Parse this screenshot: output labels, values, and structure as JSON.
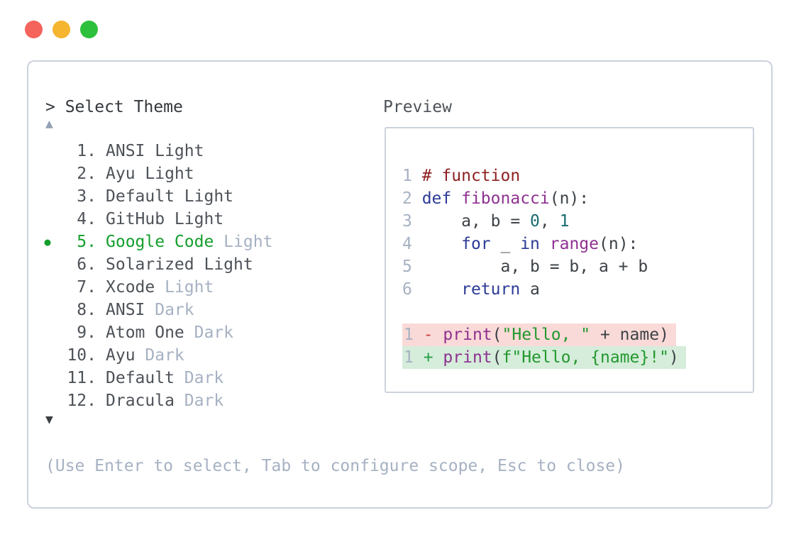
{
  "window": {
    "traffic_lights": [
      {
        "name": "close",
        "color": "#f4635c"
      },
      {
        "name": "minimize",
        "color": "#f5b52f"
      },
      {
        "name": "maximize",
        "color": "#2dc03c"
      }
    ]
  },
  "picker": {
    "prompt": "> Select Theme",
    "scroll_up": "▲",
    "scroll_down": "▼",
    "selected_bullet": "●",
    "themes": [
      {
        "num": "1.",
        "name": "ANSI Light",
        "suffix": "",
        "selected": false
      },
      {
        "num": "2.",
        "name": "Ayu Light",
        "suffix": "",
        "selected": false
      },
      {
        "num": "3.",
        "name": "Default Light",
        "suffix": "",
        "selected": false
      },
      {
        "num": "4.",
        "name": "GitHub Light",
        "suffix": "",
        "selected": false
      },
      {
        "num": "5.",
        "name": "Google Code",
        "suffix": " Light",
        "selected": true
      },
      {
        "num": "6.",
        "name": "Solarized Light",
        "suffix": "",
        "selected": false
      },
      {
        "num": "7.",
        "name": "Xcode",
        "suffix": " Light",
        "selected": false
      },
      {
        "num": "8.",
        "name": "ANSI",
        "suffix": " Dark",
        "selected": false
      },
      {
        "num": "9.",
        "name": "Atom One",
        "suffix": " Dark",
        "selected": false
      },
      {
        "num": "10.",
        "name": "Ayu",
        "suffix": " Dark",
        "selected": false
      },
      {
        "num": "11.",
        "name": "Default",
        "suffix": " Dark",
        "selected": false
      },
      {
        "num": "12.",
        "name": "Dracula",
        "suffix": " Dark",
        "selected": false
      }
    ],
    "help": "(Use Enter to select, Tab to configure scope, Esc to close)"
  },
  "preview": {
    "label": "Preview",
    "code_lines": [
      {
        "num": "1",
        "segs": [
          {
            "t": "# function",
            "c": "com"
          }
        ]
      },
      {
        "num": "2",
        "segs": [
          {
            "t": "def",
            "c": "kwd"
          },
          {
            "t": " ",
            "c": "pln"
          },
          {
            "t": "fibonacci",
            "c": "typ"
          },
          {
            "t": "(n):",
            "c": "pln"
          }
        ]
      },
      {
        "num": "3",
        "segs": [
          {
            "t": "    a, b = ",
            "c": "pln"
          },
          {
            "t": "0",
            "c": "lit"
          },
          {
            "t": ", ",
            "c": "pln"
          },
          {
            "t": "1",
            "c": "lit"
          }
        ]
      },
      {
        "num": "4",
        "segs": [
          {
            "t": "    ",
            "c": "pln"
          },
          {
            "t": "for",
            "c": "kwd"
          },
          {
            "t": " _ ",
            "c": "pln"
          },
          {
            "t": "in",
            "c": "kwd"
          },
          {
            "t": " ",
            "c": "pln"
          },
          {
            "t": "range",
            "c": "typ"
          },
          {
            "t": "(n):",
            "c": "pln"
          }
        ]
      },
      {
        "num": "5",
        "segs": [
          {
            "t": "        a, b = b, a + b",
            "c": "pln"
          }
        ]
      },
      {
        "num": "6",
        "segs": [
          {
            "t": "    ",
            "c": "pln"
          },
          {
            "t": "return",
            "c": "kwd"
          },
          {
            "t": " a",
            "c": "pln"
          }
        ]
      }
    ],
    "diff_lines": [
      {
        "num": "1",
        "kind": "removed",
        "segs": [
          {
            "t": "- ",
            "c": "del"
          },
          {
            "t": "print",
            "c": "typ"
          },
          {
            "t": "(",
            "c": "pln"
          },
          {
            "t": "\"Hello, \"",
            "c": "str"
          },
          {
            "t": " + name)",
            "c": "pln"
          }
        ]
      },
      {
        "num": "1",
        "kind": "added",
        "segs": [
          {
            "t": "+ ",
            "c": "add"
          },
          {
            "t": "print",
            "c": "typ"
          },
          {
            "t": "(",
            "c": "pln"
          },
          {
            "t": "f\"Hello, {name}!\"",
            "c": "str"
          },
          {
            "t": ")",
            "c": "pln"
          }
        ]
      }
    ]
  },
  "colors": {
    "selected_green": "#149e2c",
    "muted_text": "#a6b1c2",
    "dark_text": "#4d5258",
    "prompt_text": "#33373c",
    "comment": "#8e2121",
    "keyword": "#2c3a97",
    "function_name": "#8e3190",
    "literal": "#176b70",
    "string": "#23982e",
    "plain_code": "#3d4247",
    "diff_removed_bg": "#fadad8",
    "diff_added_bg": "#d5edda",
    "diff_removed_marker": "#cb4340",
    "diff_added_marker": "#27a04a",
    "border": "#ccd2dc"
  }
}
